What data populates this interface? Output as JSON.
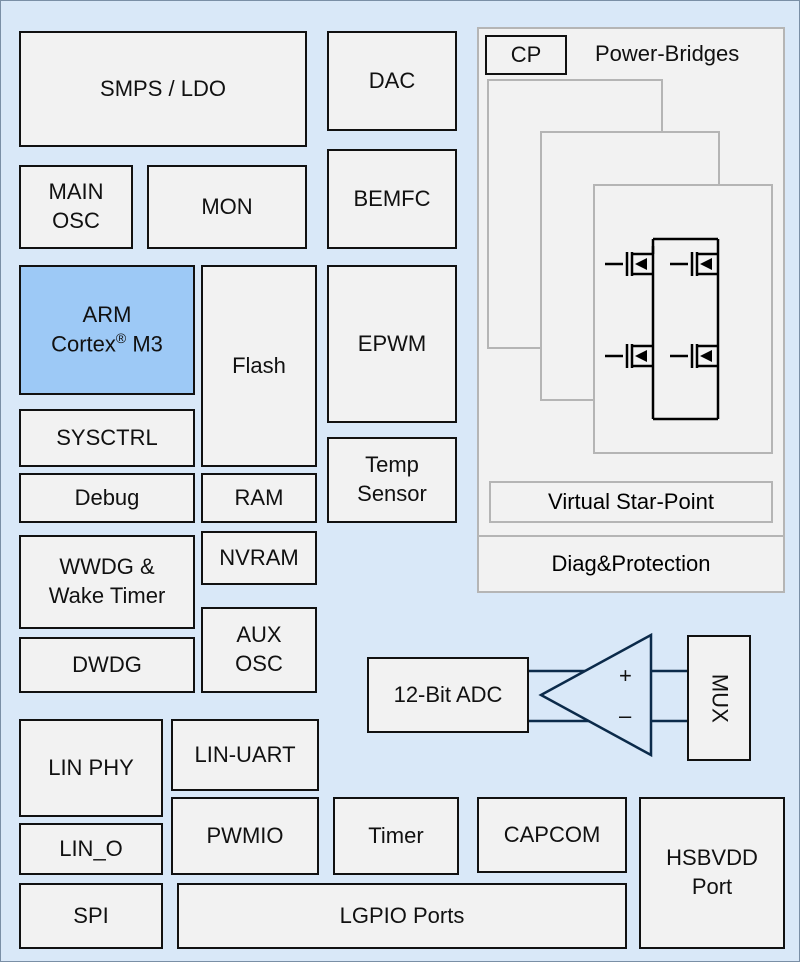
{
  "blocks": {
    "smps_ldo": "SMPS / LDO",
    "dac": "DAC",
    "main_osc": "MAIN\nOSC",
    "mon": "MON",
    "bemfc": "BEMFC",
    "arm_line1": "ARM",
    "arm_line2a": "Cortex",
    "arm_sup": "®",
    "arm_line2b": " M3",
    "flash": "Flash",
    "epwm": "EPWM",
    "sysctrl": "SYSCTRL",
    "debug": "Debug",
    "ram": "RAM",
    "temp_sensor": "Temp\nSensor",
    "nvram": "NVRAM",
    "wwdg": "WWDG &\nWake Timer",
    "aux_osc": "AUX\nOSC",
    "dwdg": "DWDG",
    "adc": "12-Bit ADC",
    "mux": "MUX",
    "lin_phy": "LIN PHY",
    "lin_uart": "LIN-UART",
    "lin_o": "LIN_O",
    "pwmio": "PWMIO",
    "timer": "Timer",
    "capcom": "CAPCOM",
    "hsbvdd": "HSBVDD\nPort",
    "spi": "SPI",
    "lgpio": "LGPIO Ports"
  },
  "power": {
    "cp": "CP",
    "title": "Power-Bridges",
    "star_point": "Virtual Star-Point",
    "diag": "Diag&Protection"
  },
  "opamp": {
    "plus": "+",
    "minus": "–"
  }
}
